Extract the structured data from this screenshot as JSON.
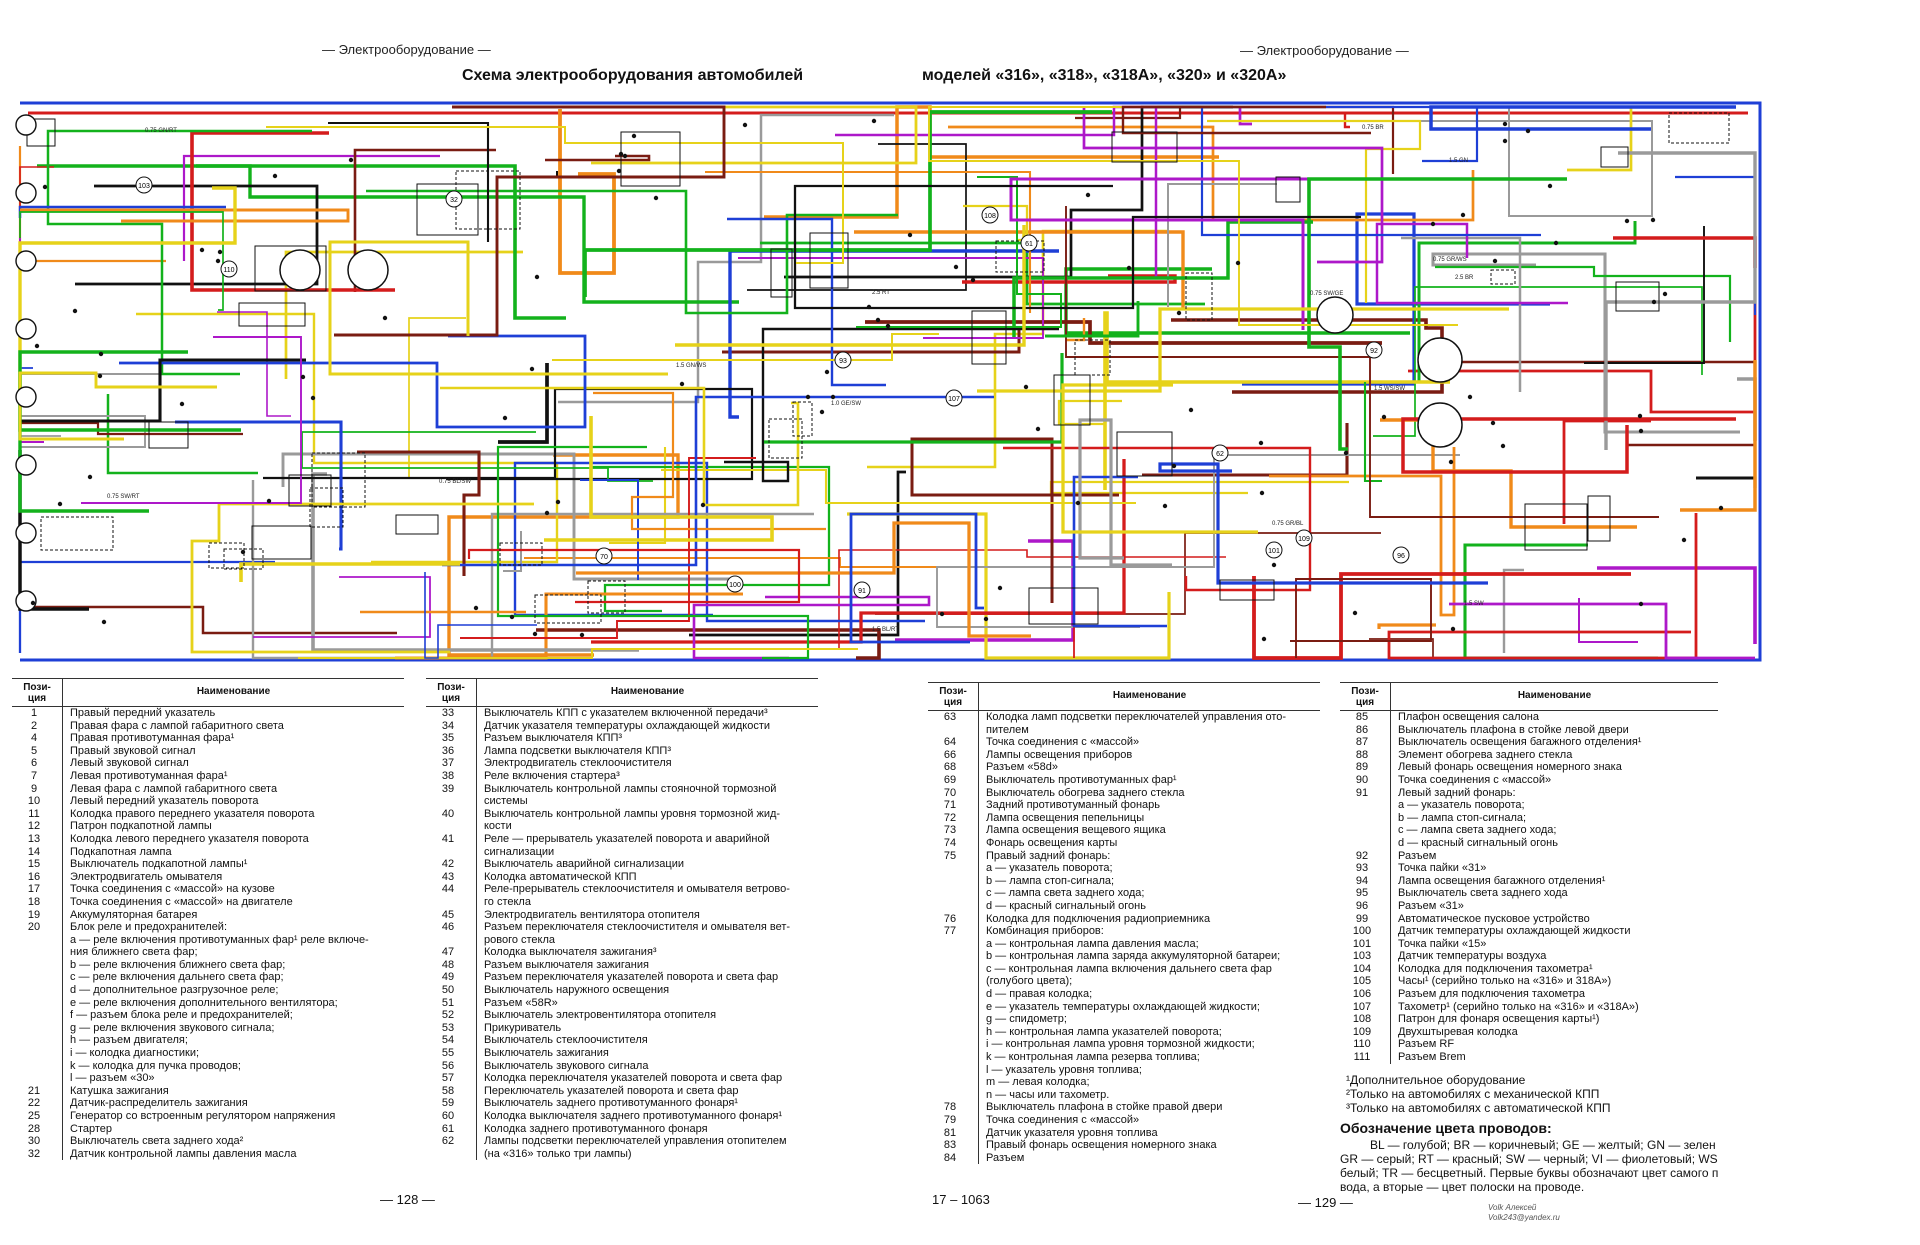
{
  "headers": {
    "left_section": "— Электрооборудование —",
    "right_section": "— Электрооборудование —",
    "title_left": "Схема электрооборудования автомобилей",
    "title_right": "моделей «316», «318», «318А», «320» и «320А»"
  },
  "diagram": {
    "wire_colors": [
      "#1e3fd6",
      "#d41c1c",
      "#13b21c",
      "#ad18c9",
      "#111111",
      "#f08a1a",
      "#e6d21a",
      "#9a9a9a",
      "#7a1c12"
    ],
    "pos_labels": [
      "101",
      "103",
      "109",
      "107",
      "108",
      "32",
      "70",
      "62",
      "96",
      "93",
      "61",
      "91",
      "92",
      "110",
      "100"
    ],
    "wire_labels": [
      "0.75 GR/WS",
      "1.5 SW",
      "0.75 BR",
      "2.5 RT",
      "1.5 GN",
      "0.75 SW/GE",
      "1.5 BL/RT",
      "0.75 GR/BL",
      "1.5 WS/SW",
      "0.75 GN/RT",
      "2.5 BR",
      "1.0 GE/SW",
      "0.75 SW/RT",
      "1.5 GN/WS",
      "0.75 BL/SW"
    ]
  },
  "tables": [
    {
      "h1": "Пози-\nция",
      "h2": "Наименование",
      "rows": [
        [
          "1",
          "Правый передний указатель"
        ],
        [
          "2",
          "Правая фара с лампой габаритного света"
        ],
        [
          "4",
          "Правая противотуманная фара¹"
        ],
        [
          "5",
          "Правый звуковой сигнал"
        ],
        [
          "6",
          "Левый звуковой сигнал"
        ],
        [
          "7",
          "Левая противотуманная фара¹"
        ],
        [
          "9",
          "Левая фара с лампой габаритного света"
        ],
        [
          "10",
          "Левый передний указатель поворота"
        ],
        [
          "11",
          "Колодка правого переднего указателя поворота"
        ],
        [
          "12",
          "Патрон подкапотной лампы"
        ],
        [
          "13",
          "Колодка левого переднего указателя поворота"
        ],
        [
          "14",
          "Подкапотная лампа"
        ],
        [
          "15",
          "Выключатель подкапотной лампы¹"
        ],
        [
          "16",
          "Электродвигатель омывателя"
        ],
        [
          "17",
          "Точка соединения с «массой» на кузове"
        ],
        [
          "18",
          "Точка соединения с «массой» на двигателе"
        ],
        [
          "19",
          "Аккумуляторная батарея"
        ],
        [
          "20",
          "Блок реле и предохранителей:"
        ],
        [
          "",
          "а — реле включения противотуманных фар¹ реле включе-"
        ],
        [
          "",
          "ния ближнего света фар;"
        ],
        [
          "",
          "b — реле включения ближнего света фар;"
        ],
        [
          "",
          "c — реле включения дальнего света фар;"
        ],
        [
          "",
          "d — дополнительное разгрузочное реле;"
        ],
        [
          "",
          "e — реле включения дополнительного вентилятора;"
        ],
        [
          "",
          "f — разъем блока реле и предохранителей;"
        ],
        [
          "",
          "g — реле включения звукового сигнала;"
        ],
        [
          "",
          "h — разъем двигателя;"
        ],
        [
          "",
          "i — колодка диагностики;"
        ],
        [
          "",
          "k — колодка для пучка проводов;"
        ],
        [
          "",
          "l — разъем «30»"
        ],
        [
          "21",
          "Катушка зажигания"
        ],
        [
          "22",
          "Датчик-распределитель зажигания"
        ],
        [
          "25",
          "Генератор со встроенным регулятором напряжения"
        ],
        [
          "28",
          "Стартер"
        ],
        [
          "30",
          "Выключатель света заднего хода²"
        ],
        [
          "32",
          "Датчик контрольной лампы давления масла"
        ]
      ]
    },
    {
      "h1": "Пози-\nция",
      "h2": "Наименование",
      "rows": [
        [
          "33",
          "Выключатель КПП с указателем включенной передачи³"
        ],
        [
          "34",
          "Датчик указателя температуры охлаждающей жидкости"
        ],
        [
          "35",
          "Разъем выключателя КПП³"
        ],
        [
          "36",
          "Лампа подсветки выключателя КПП³"
        ],
        [
          "37",
          "Электродвигатель стеклоочистителя"
        ],
        [
          "38",
          "Реле включения стартера³"
        ],
        [
          "39",
          "Выключатель контрольной лампы стояночной тормозной"
        ],
        [
          "",
          "системы"
        ],
        [
          "40",
          "Выключатель контрольной лампы уровня тормозной жид-"
        ],
        [
          "",
          "кости"
        ],
        [
          "41",
          "Реле — прерыватель указателей поворота и аварийной"
        ],
        [
          "",
          "сигнализации"
        ],
        [
          "42",
          "Выключатель аварийной сигнализации"
        ],
        [
          "43",
          "Колодка автоматической КПП"
        ],
        [
          "44",
          "Реле-прерыватель стеклоочистителя и омывателя ветрово-"
        ],
        [
          "",
          "го стекла"
        ],
        [
          "45",
          "Электродвигатель вентилятора отопителя"
        ],
        [
          "46",
          "Разъем переключателя стеклоочистителя и омывателя вет-"
        ],
        [
          "",
          "рового стекла"
        ],
        [
          "47",
          "Колодка выключателя зажигания³"
        ],
        [
          "48",
          "Разъем выключателя зажигания"
        ],
        [
          "49",
          "Разъем переключателя указателей поворота и света фар"
        ],
        [
          "50",
          "Выключатель наружного освещения"
        ],
        [
          "51",
          "Разъем «58R»"
        ],
        [
          "52",
          "Выключатель электровентилятора отопителя"
        ],
        [
          "53",
          "Прикуриватель"
        ],
        [
          "54",
          "Выключатель стеклоочистителя"
        ],
        [
          "55",
          "Выключатель зажигания"
        ],
        [
          "56",
          "Выключатель звукового сигнала"
        ],
        [
          "57",
          "Колодка переключателя указателей поворота и света фар"
        ],
        [
          "58",
          "Переключатель указателей поворота и света фар"
        ],
        [
          "59",
          "Выключатель заднего противотуманного фонаря¹"
        ],
        [
          "60",
          "Колодка выключателя заднего противотуманного фонаря¹"
        ],
        [
          "61",
          "Колодка заднего противотуманного фонаря"
        ],
        [
          "62",
          "Лампы подсветки переключателей управления отопителем"
        ],
        [
          "",
          "(на «316» только три лампы)"
        ]
      ]
    },
    {
      "h1": "Пози-\nция",
      "h2": "Наименование",
      "rows": [
        [
          "63",
          "Колодка ламп подсветки переключателей управления ото-"
        ],
        [
          "",
          "пителем"
        ],
        [
          "64",
          "Точка соединения с «массой»"
        ],
        [
          "66",
          "Лампы освещения приборов"
        ],
        [
          "68",
          "Разъем «58d»"
        ],
        [
          "69",
          "Выключатель противотуманных фар¹"
        ],
        [
          "70",
          "Выключатель обогрева заднего стекла"
        ],
        [
          "71",
          "Задний противотуманный фонарь"
        ],
        [
          "72",
          "Лампа освещения пепельницы"
        ],
        [
          "73",
          "Лампа освещения вещевого ящика"
        ],
        [
          "74",
          "Фонарь освещения карты"
        ],
        [
          "75",
          "Правый задний фонарь:"
        ],
        [
          "",
          "а — указатель поворота;"
        ],
        [
          "",
          "b — лампа стоп-сигнала;"
        ],
        [
          "",
          "c — лампа света заднего хода;"
        ],
        [
          "",
          "d — красный сигнальный огонь"
        ],
        [
          "76",
          "Колодка для подключения радиоприемника"
        ],
        [
          "77",
          "Комбинация приборов:"
        ],
        [
          "",
          "а — контрольная лампа давления масла;"
        ],
        [
          "",
          "b — контрольная лампа заряда аккумуляторной батареи;"
        ],
        [
          "",
          "c — контрольная лампа включения дальнего света фар"
        ],
        [
          "",
          "(голубого цвета);"
        ],
        [
          "",
          "d — правая колодка;"
        ],
        [
          "",
          "e — указатель температуры охлаждающей жидкости;"
        ],
        [
          "",
          "g — спидометр;"
        ],
        [
          "",
          "h — контрольная лампа указателей поворота;"
        ],
        [
          "",
          "i — контрольная лампа уровня тормозной жидкости;"
        ],
        [
          "",
          "k — контрольная лампа резерва топлива;"
        ],
        [
          "",
          "l — указатель уровня топлива;"
        ],
        [
          "",
          "m — левая колодка;"
        ],
        [
          "",
          "n — часы или тахометр."
        ],
        [
          "78",
          "Выключатель плафона в стойке правой двери"
        ],
        [
          "79",
          "Точка соединения с «массой»"
        ],
        [
          "81",
          "Датчик указателя уровня топлива"
        ],
        [
          "83",
          "Правый фонарь освещения номерного знака"
        ],
        [
          "84",
          "Разъем"
        ]
      ]
    },
    {
      "h1": "Пози-\nция",
      "h2": "Наименование",
      "rows": [
        [
          "85",
          "Плафон освещения салона"
        ],
        [
          "86",
          "Выключатель плафона в стойке левой двери"
        ],
        [
          "87",
          "Выключатель освещения багажного отделения¹"
        ],
        [
          "88",
          "Элемент обогрева заднего стекла"
        ],
        [
          "89",
          "Левый фонарь освещения номерного знака"
        ],
        [
          "90",
          "Точка соединения с «массой»"
        ],
        [
          "91",
          "Левый задний фонарь:"
        ],
        [
          "",
          "а — указатель поворота;"
        ],
        [
          "",
          "b — лампа стоп-сигнала;"
        ],
        [
          "",
          "c — лампа света заднего хода;"
        ],
        [
          "",
          "d — красный сигнальный огонь"
        ],
        [
          "92",
          "Разъем"
        ],
        [
          "93",
          "Точка пайки «31»"
        ],
        [
          "94",
          "Лампа освещения багажного отделения¹"
        ],
        [
          "95",
          "Выключатель света заднего хода"
        ],
        [
          "96",
          "Разъем «31»"
        ],
        [
          "99",
          "Автоматическое пусковое устройство"
        ],
        [
          "100",
          "Датчик температуры охлаждающей жидкости"
        ],
        [
          "101",
          "Точка пайки «15»"
        ],
        [
          "103",
          "Датчик температуры воздуха"
        ],
        [
          "104",
          "Колодка для подключения тахометра¹"
        ],
        [
          "105",
          "Часы¹ (серийно только на «316» и 318А»)"
        ],
        [
          "106",
          "Разъем для подключения тахометра"
        ],
        [
          "107",
          "Тахометр¹ (серийно только на «316» и «318А»)"
        ],
        [
          "108",
          "Патрон для фонаря освещения карты¹)"
        ],
        [
          "109",
          "Двухштыревая колодка"
        ],
        [
          "110",
          "Разъем RF"
        ],
        [
          "111",
          "Разъем Brem"
        ]
      ]
    }
  ],
  "notes": [
    "¹Дополнительное оборудование",
    "²Только на автомобилях с механической КПП",
    "³Только на автомобилях с автоматической КПП"
  ],
  "legend": {
    "title": "Обозначение цвета проводов:",
    "lines": [
      "BL — голубой; BR — коричневый; GE — желтый; GN — зелен",
      "GR — серый; RT — красный; SW — черный; VI — фиолетовый; WS",
      "белый; TR — бесцветный. Первые буквы обозначают цвет самого п",
      "вода, а вторые — цвет полоски на проводе."
    ]
  },
  "footer": {
    "page_left": "— 128 —",
    "center": "17 – 1063",
    "page_right": "— 129 —",
    "sig1": "Volk Алексей",
    "sig2": "Volk243@yandex.ru"
  }
}
